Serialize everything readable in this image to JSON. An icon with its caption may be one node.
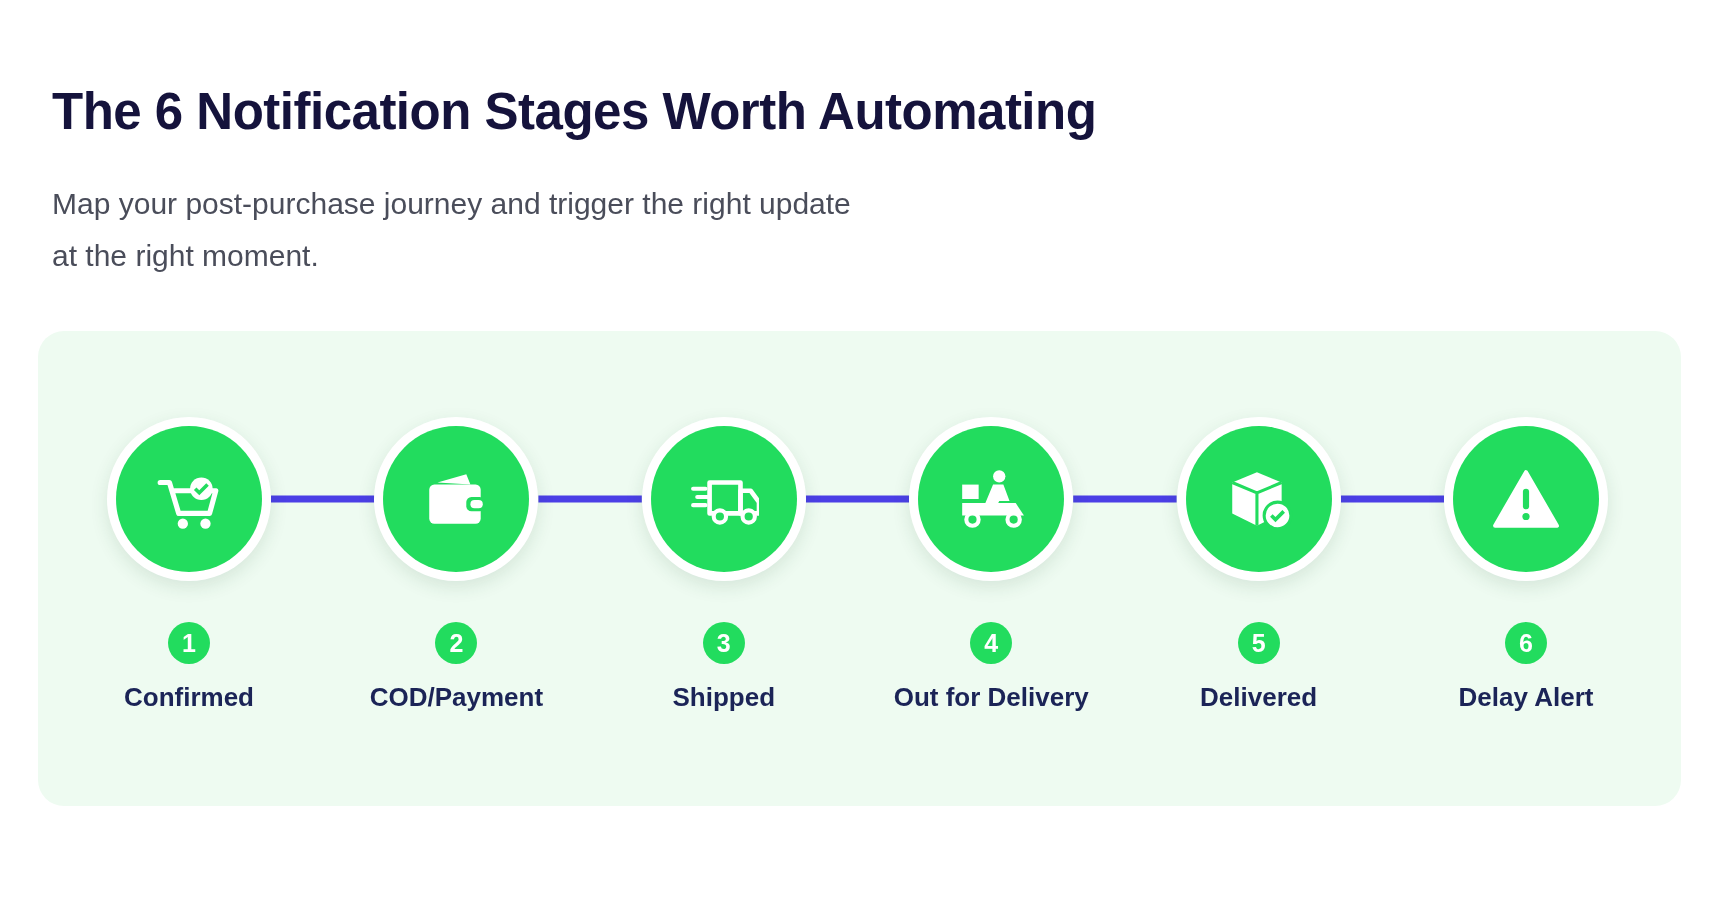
{
  "diagram": {
    "title": "The 6 Notification Stages Worth Automating",
    "caption": "Map your post-purchase journey and trigger the right update at the right moment.",
    "nodes": [
      {
        "text": [],
        "shape": "circle",
        "beside": [
          "1",
          "Confirmed"
        ]
      },
      {
        "text": [],
        "shape": "circle",
        "beside": [
          "2",
          "COD/Payment"
        ]
      },
      {
        "text": [],
        "shape": "circle",
        "beside": [
          "3",
          "Shipped"
        ]
      },
      {
        "text": [],
        "shape": "circle",
        "beside": [
          "4",
          "Out for Delivery"
        ]
      },
      {
        "text": [],
        "shape": "circle",
        "beside": [
          "5",
          "Delivered"
        ]
      },
      {
        "text": [],
        "shape": "circle",
        "beside": [
          "6",
          "Delay Alert"
        ]
      }
    ],
    "edges": [
      {
        "from": 0,
        "to": 1,
        "arrow": "none"
      },
      {
        "from": 1,
        "to": 2,
        "arrow": "none"
      },
      {
        "from": 2,
        "to": 3,
        "arrow": "none"
      },
      {
        "from": 3,
        "to": 4,
        "arrow": "none"
      },
      {
        "from": 4,
        "to": 5,
        "arrow": "none"
      }
    ]
  }
}
